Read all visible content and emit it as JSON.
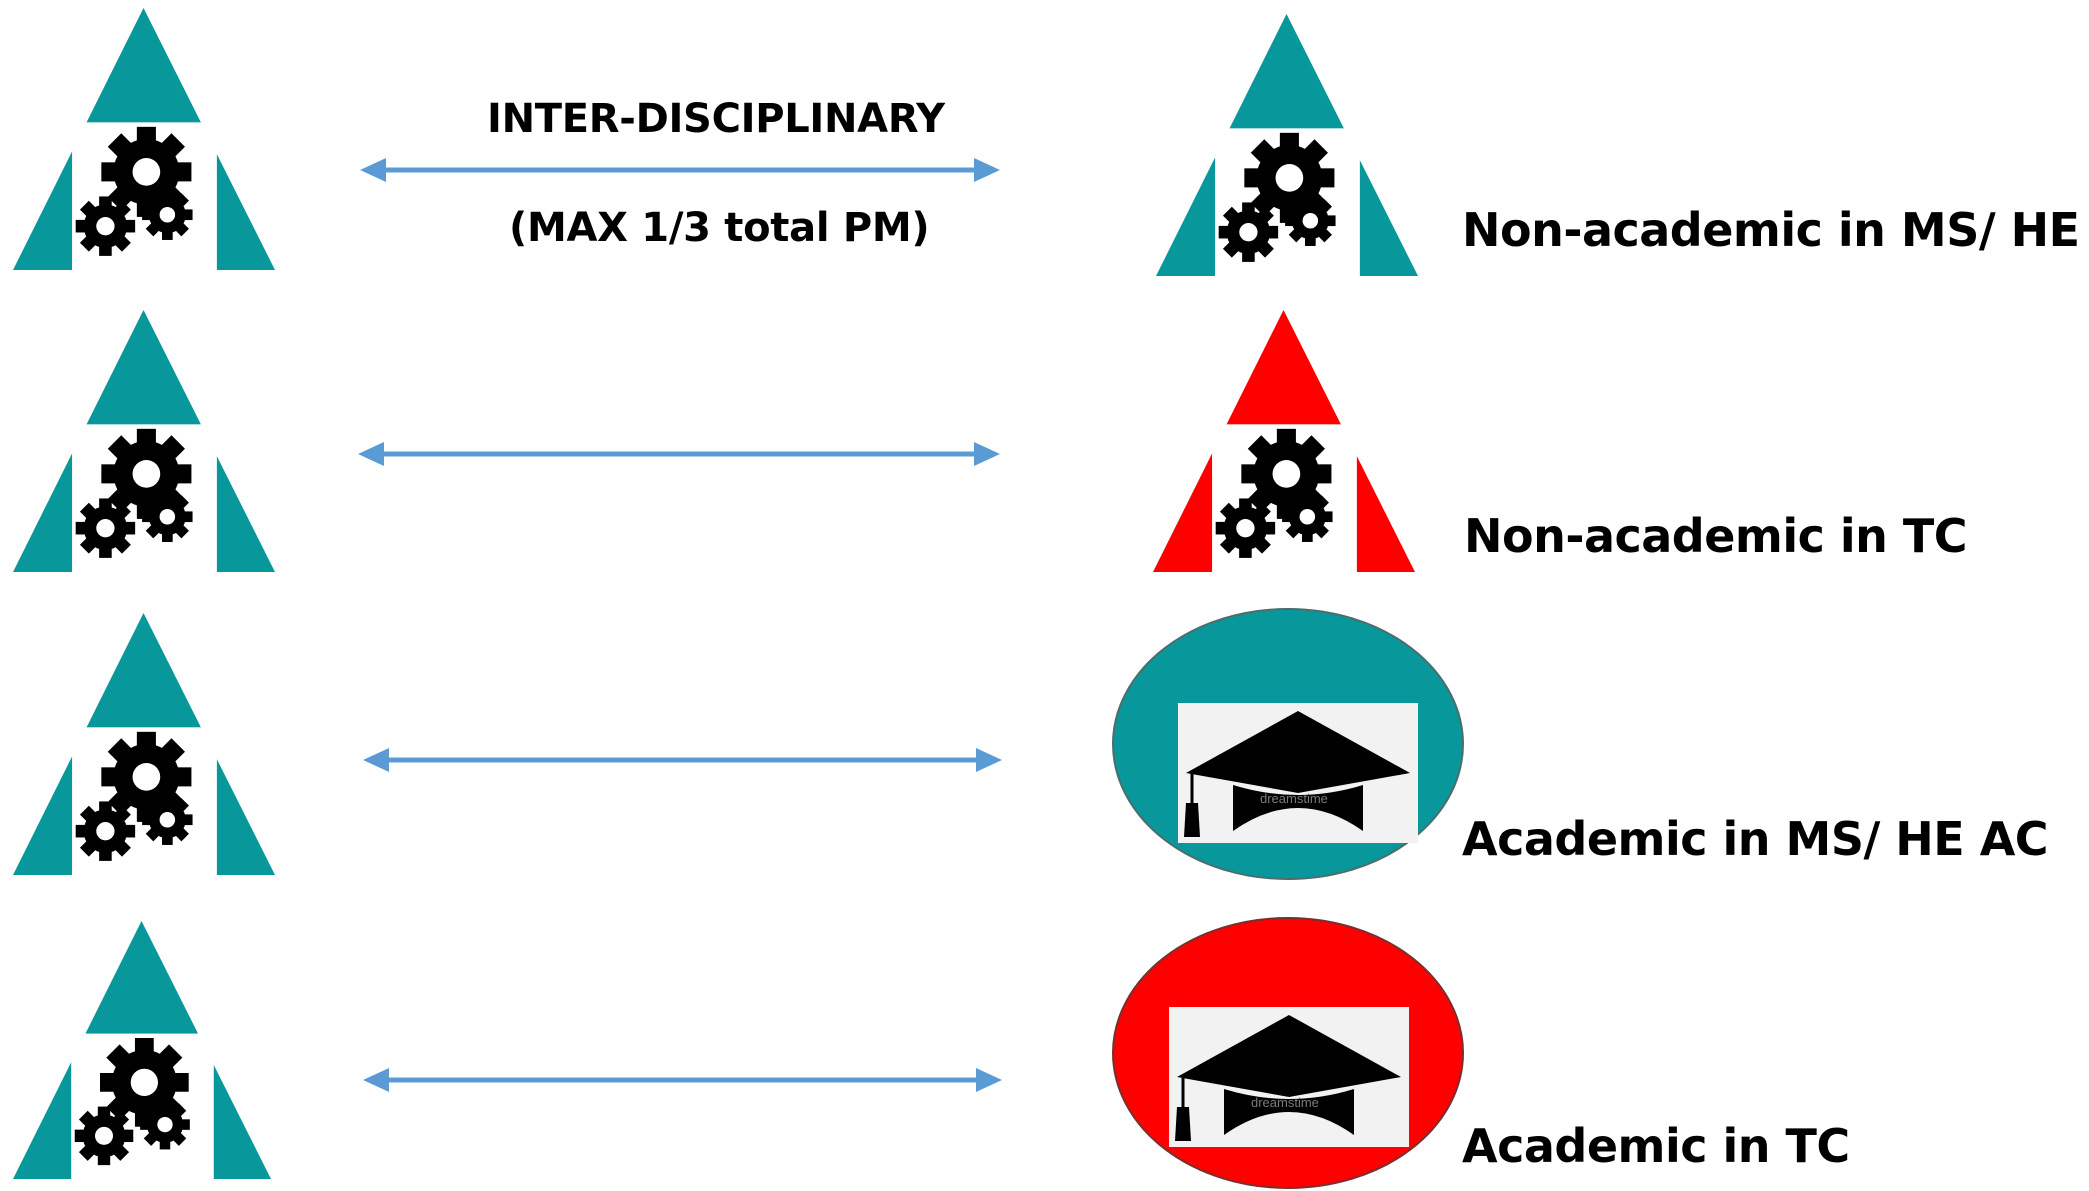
{
  "header": {
    "title": "INTER-DISCIPLINARY",
    "subtitle": "(MAX 1/3 total PM)"
  },
  "colors": {
    "teal": "#08979a",
    "red": "#ff0000",
    "arrow": "#5b9bd5",
    "gear": "#000000"
  },
  "rows": [
    {
      "left_icon": "teal-triangle-gear-icon",
      "right_icon": "teal-triangle-gear-icon",
      "right_color": "teal",
      "label": "Non-academic in MS/ HE AC"
    },
    {
      "left_icon": "teal-triangle-gear-icon",
      "right_icon": "red-triangle-gear-icon",
      "right_color": "red",
      "label": "Non-academic in TC"
    },
    {
      "left_icon": "teal-triangle-gear-icon",
      "right_icon": "teal-circle-graduation-cap-icon",
      "right_color": "teal",
      "label": "Academic in MS/ HE AC"
    },
    {
      "left_icon": "teal-triangle-gear-icon",
      "right_icon": "red-circle-graduation-cap-icon",
      "right_color": "red",
      "label": "Academic in TC"
    }
  ],
  "cap_watermark": "dreamstime"
}
